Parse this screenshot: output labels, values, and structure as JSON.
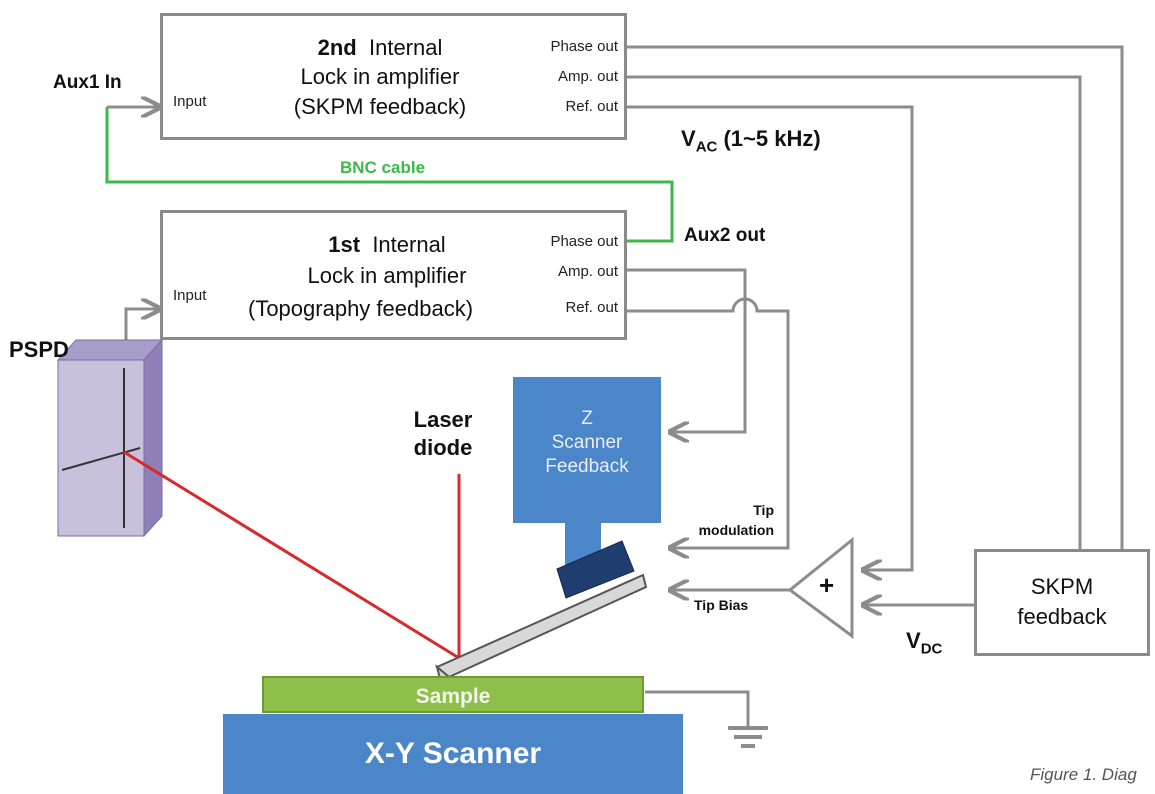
{
  "amp2": {
    "title_bold": "2nd",
    "title_rest": "Internal",
    "line2": "Lock in amplifier",
    "line3": "(SKPM feedback)",
    "input_label": "Input",
    "phase_out": "Phase out",
    "amp_out": "Amp. out",
    "ref_out": "Ref. out"
  },
  "amp1": {
    "title_bold": "1st",
    "title_rest": "Internal",
    "line2": "Lock in amplifier",
    "line3": "(Topography feedback)",
    "input_label": "Input",
    "phase_out": "Phase out",
    "amp_out": "Amp. out",
    "ref_out": "Ref. out"
  },
  "labels": {
    "aux1_in": "Aux1 In",
    "aux2_out": "Aux2 out",
    "bnc_cable": "BNC cable",
    "vac_v": "V",
    "vac_sub": "AC",
    "vac_rest": " (1~5 kHz)",
    "pspd": "PSPD",
    "laser_line1": "Laser",
    "laser_line2": "diode",
    "tip_mod_line1": "Tip",
    "tip_mod_line2": "modulation",
    "tip_bias": "Tip Bias",
    "plus": "+",
    "vdc_v": "V",
    "vdc_sub": "DC"
  },
  "z_scanner": {
    "line1": "Z",
    "line2": "Scanner",
    "line3": "Feedback"
  },
  "skpm": {
    "line1": "SKPM",
    "line2": "feedback"
  },
  "sample": {
    "label": "Sample"
  },
  "xy_scanner": {
    "label": "X-Y Scanner"
  },
  "caption": "Figure 1. Diag",
  "colors": {
    "wire": "#8c8c8c",
    "bnc": "#3db84a",
    "laser": "#d62b2b",
    "scanner_blue": "#4a86c8",
    "sample_green": "#8dbf4a",
    "pspd_face": "#c9c0dc",
    "cantilever": "#d8d8d8"
  }
}
